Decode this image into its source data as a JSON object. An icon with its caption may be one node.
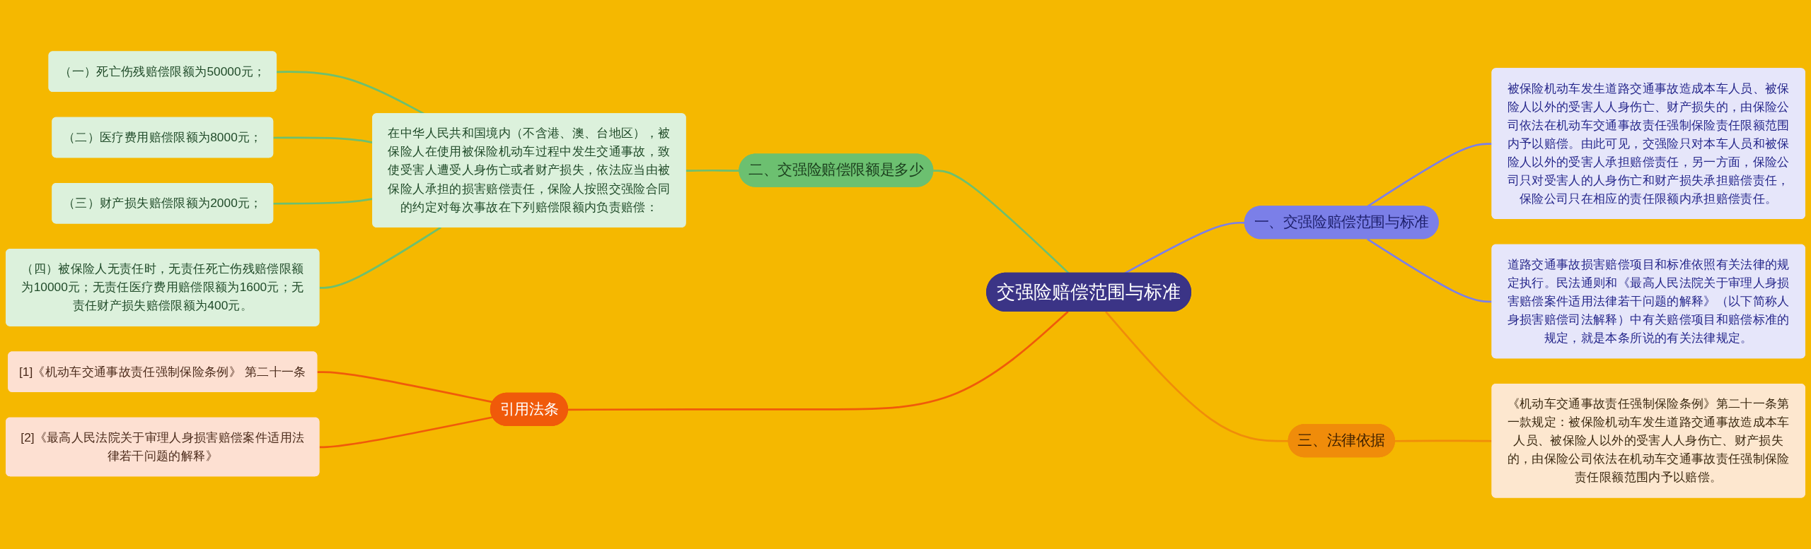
{
  "diagram": {
    "nodes": [
      {
        "text": [
          "交强险赔偿范围与标准"
        ]
      },
      {
        "text": [
          "一、交强险赔偿范围与标准"
        ]
      },
      {
        "text": [
          "被保险机动车发生道路交通事故造成本车人员、被保险人以外的受害人人身伤亡、财产损失的，由保险公司依法在机动车交通事故责任强制保险责任限额范围内予以赔偿。由此可见，交强险只对本车人员和被保险人以外的受害人承担赔偿责任，另一方面，保险公司只对受害人的人身伤亡和财产损失承担赔偿责任，保险公司只在相应的责任限额内承担赔偿责任。"
        ]
      },
      {
        "text": [
          "道路交通事故损害赔偿项目和标准依照有关法律的规定执行。民法通则和《最高人民法院关于审理人身损害赔偿案件适用法律若干问题的解释》（以下简称人身损害赔偿司法解释）中有关赔偿项目和赔偿标准的规定，就是本条所说的有关法律规定。"
        ]
      },
      {
        "text": [
          "二、交强险赔偿限额是多少"
        ]
      },
      {
        "text": [
          "在中华人民共和国境内（不含港、澳、台地区），被保险人在使用被保险机动车过程中发生交通事故，致使受害人遭受人身伤亡或者财产损失，依法应当由被保险人承担的损害赔偿责任，保险人按照交强险合同的约定对每次事故在下列赔偿限额内负责赔偿："
        ]
      },
      {
        "text": [
          "（一）死亡伤残赔偿限额为50000元；"
        ]
      },
      {
        "text": [
          "（二）医疗费用赔偿限额为8000元；"
        ]
      },
      {
        "text": [
          "（三）财产损失赔偿限额为2000元；"
        ]
      },
      {
        "text": [
          "（四）被保险人无责任时，无责任死亡伤残赔偿限额为10000元；无责任医疗费用赔偿限额为1600元；无责任财产损失赔偿限额为400元。"
        ]
      },
      {
        "text": [
          "三、法律依据"
        ]
      },
      {
        "text": [
          "《机动车交通事故责任强制保险条例》第二十一条第一款规定：被保险机动车发生道路交通事故造成本车人员、被保险人以外的受害人人身伤亡、财产损失的，由保险公司依法在机动车交通事故责任强制保险责任限额范围内予以赔偿。"
        ]
      },
      {
        "text": [
          "引用法条"
        ]
      },
      {
        "text": [
          "[1]《机动车交通事故责任强制保险条例》 第二十一条"
        ]
      },
      {
        "text": [
          "[2]《最高人民法院关于审理人身损害赔偿案件适用法律若干问题的解释》"
        ]
      }
    ],
    "edges": [
      {
        "from": 0,
        "to": 1,
        "arrow": "none",
        "color": "#7b7fe8"
      },
      {
        "from": 1,
        "to": 2,
        "arrow": "none",
        "color": "#7b7fe8"
      },
      {
        "from": 1,
        "to": 3,
        "arrow": "none",
        "color": "#7b7fe8"
      },
      {
        "from": 4,
        "to": 0,
        "arrow": "none",
        "color": "#6cc070"
      },
      {
        "from": 5,
        "to": 4,
        "arrow": "none",
        "color": "#6cc070"
      },
      {
        "from": 6,
        "to": 5,
        "arrow": "none",
        "color": "#6cc070"
      },
      {
        "from": 7,
        "to": 5,
        "arrow": "none",
        "color": "#6cc070"
      },
      {
        "from": 8,
        "to": 5,
        "arrow": "none",
        "color": "#6cc070"
      },
      {
        "from": 9,
        "to": 5,
        "arrow": "none",
        "color": "#6cc070"
      },
      {
        "from": 0,
        "to": 10,
        "arrow": "none",
        "color": "#f08c0a"
      },
      {
        "from": 10,
        "to": 11,
        "arrow": "none",
        "color": "#f08c0a"
      },
      {
        "from": 12,
        "to": 0,
        "arrow": "none",
        "color": "#f05a0a"
      },
      {
        "from": 13,
        "to": 12,
        "arrow": "none",
        "color": "#f05a0a"
      },
      {
        "from": 14,
        "to": 12,
        "arrow": "none",
        "color": "#f05a0a"
      }
    ]
  }
}
